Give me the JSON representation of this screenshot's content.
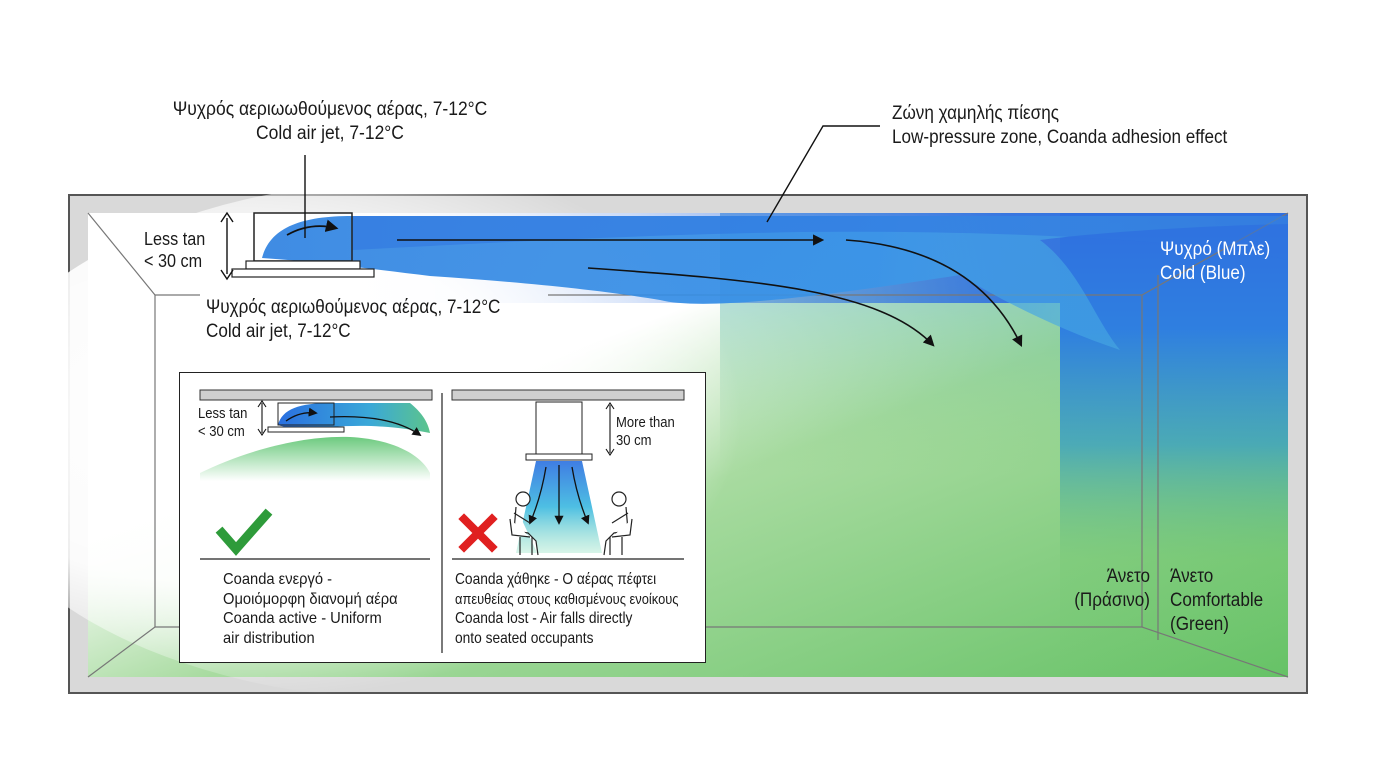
{
  "top_left_label": {
    "greek": "Ψυχρός αεριωωθούμενος αέρας, 7-12°C",
    "english": "Cold air jet, 7-12°C"
  },
  "top_right_label": {
    "greek": "Ζώνη χαμηλής πίεσης",
    "english": "Low-pressure zone, Coanda adhesion effect"
  },
  "gap_label": {
    "line1": "Less tan",
    "line2": "< 30 cm"
  },
  "mid_left_label": {
    "greek": "Ψυχρός αεριωθούμενος αέρας, 7-12°C",
    "english": "Cold air jet, 7-12°C"
  },
  "cold_zone_label": {
    "greek": "Ψυχρό (Μπλε)",
    "english": "Cold (Blue)"
  },
  "comfort_green_gr": {
    "line1": "Άνετο",
    "line2": "(Πράσινο)"
  },
  "comfort_green_en": {
    "line1": "Άνετο",
    "line2": "Comfortable",
    "line3": "(Green)"
  },
  "inset": {
    "left": {
      "gap_line1": "Less tan",
      "gap_line2": "< 30 cm",
      "mark": "✔",
      "caption_gr_1": "Coanda ενεργό -",
      "caption_gr_2": "Ομοιόμορφη διανομή αέρα",
      "caption_en_1": "Coanda active - Uniform",
      "caption_en_2": "air distribution"
    },
    "right": {
      "gap_line1": "More than",
      "gap_line2": "30 cm",
      "mark": "✖",
      "caption_gr_1": "Coanda χάθηκε - Ο αέρας πέφτει",
      "caption_gr_2": "απευθείας στους καθισμένους ενοίκους",
      "caption_en_1": "Coanda lost - Air falls directly",
      "caption_en_2": "onto seated occupants"
    }
  },
  "colors": {
    "cold_blue": "#2f6fe0",
    "jet_blue": "#2a7fe0",
    "comfort_green": "#6cc46a",
    "room_border": "#6b6b6b",
    "wall_fill": "#d9d9d9",
    "check_green": "#2e9b3a",
    "cross_red": "#e02020"
  }
}
